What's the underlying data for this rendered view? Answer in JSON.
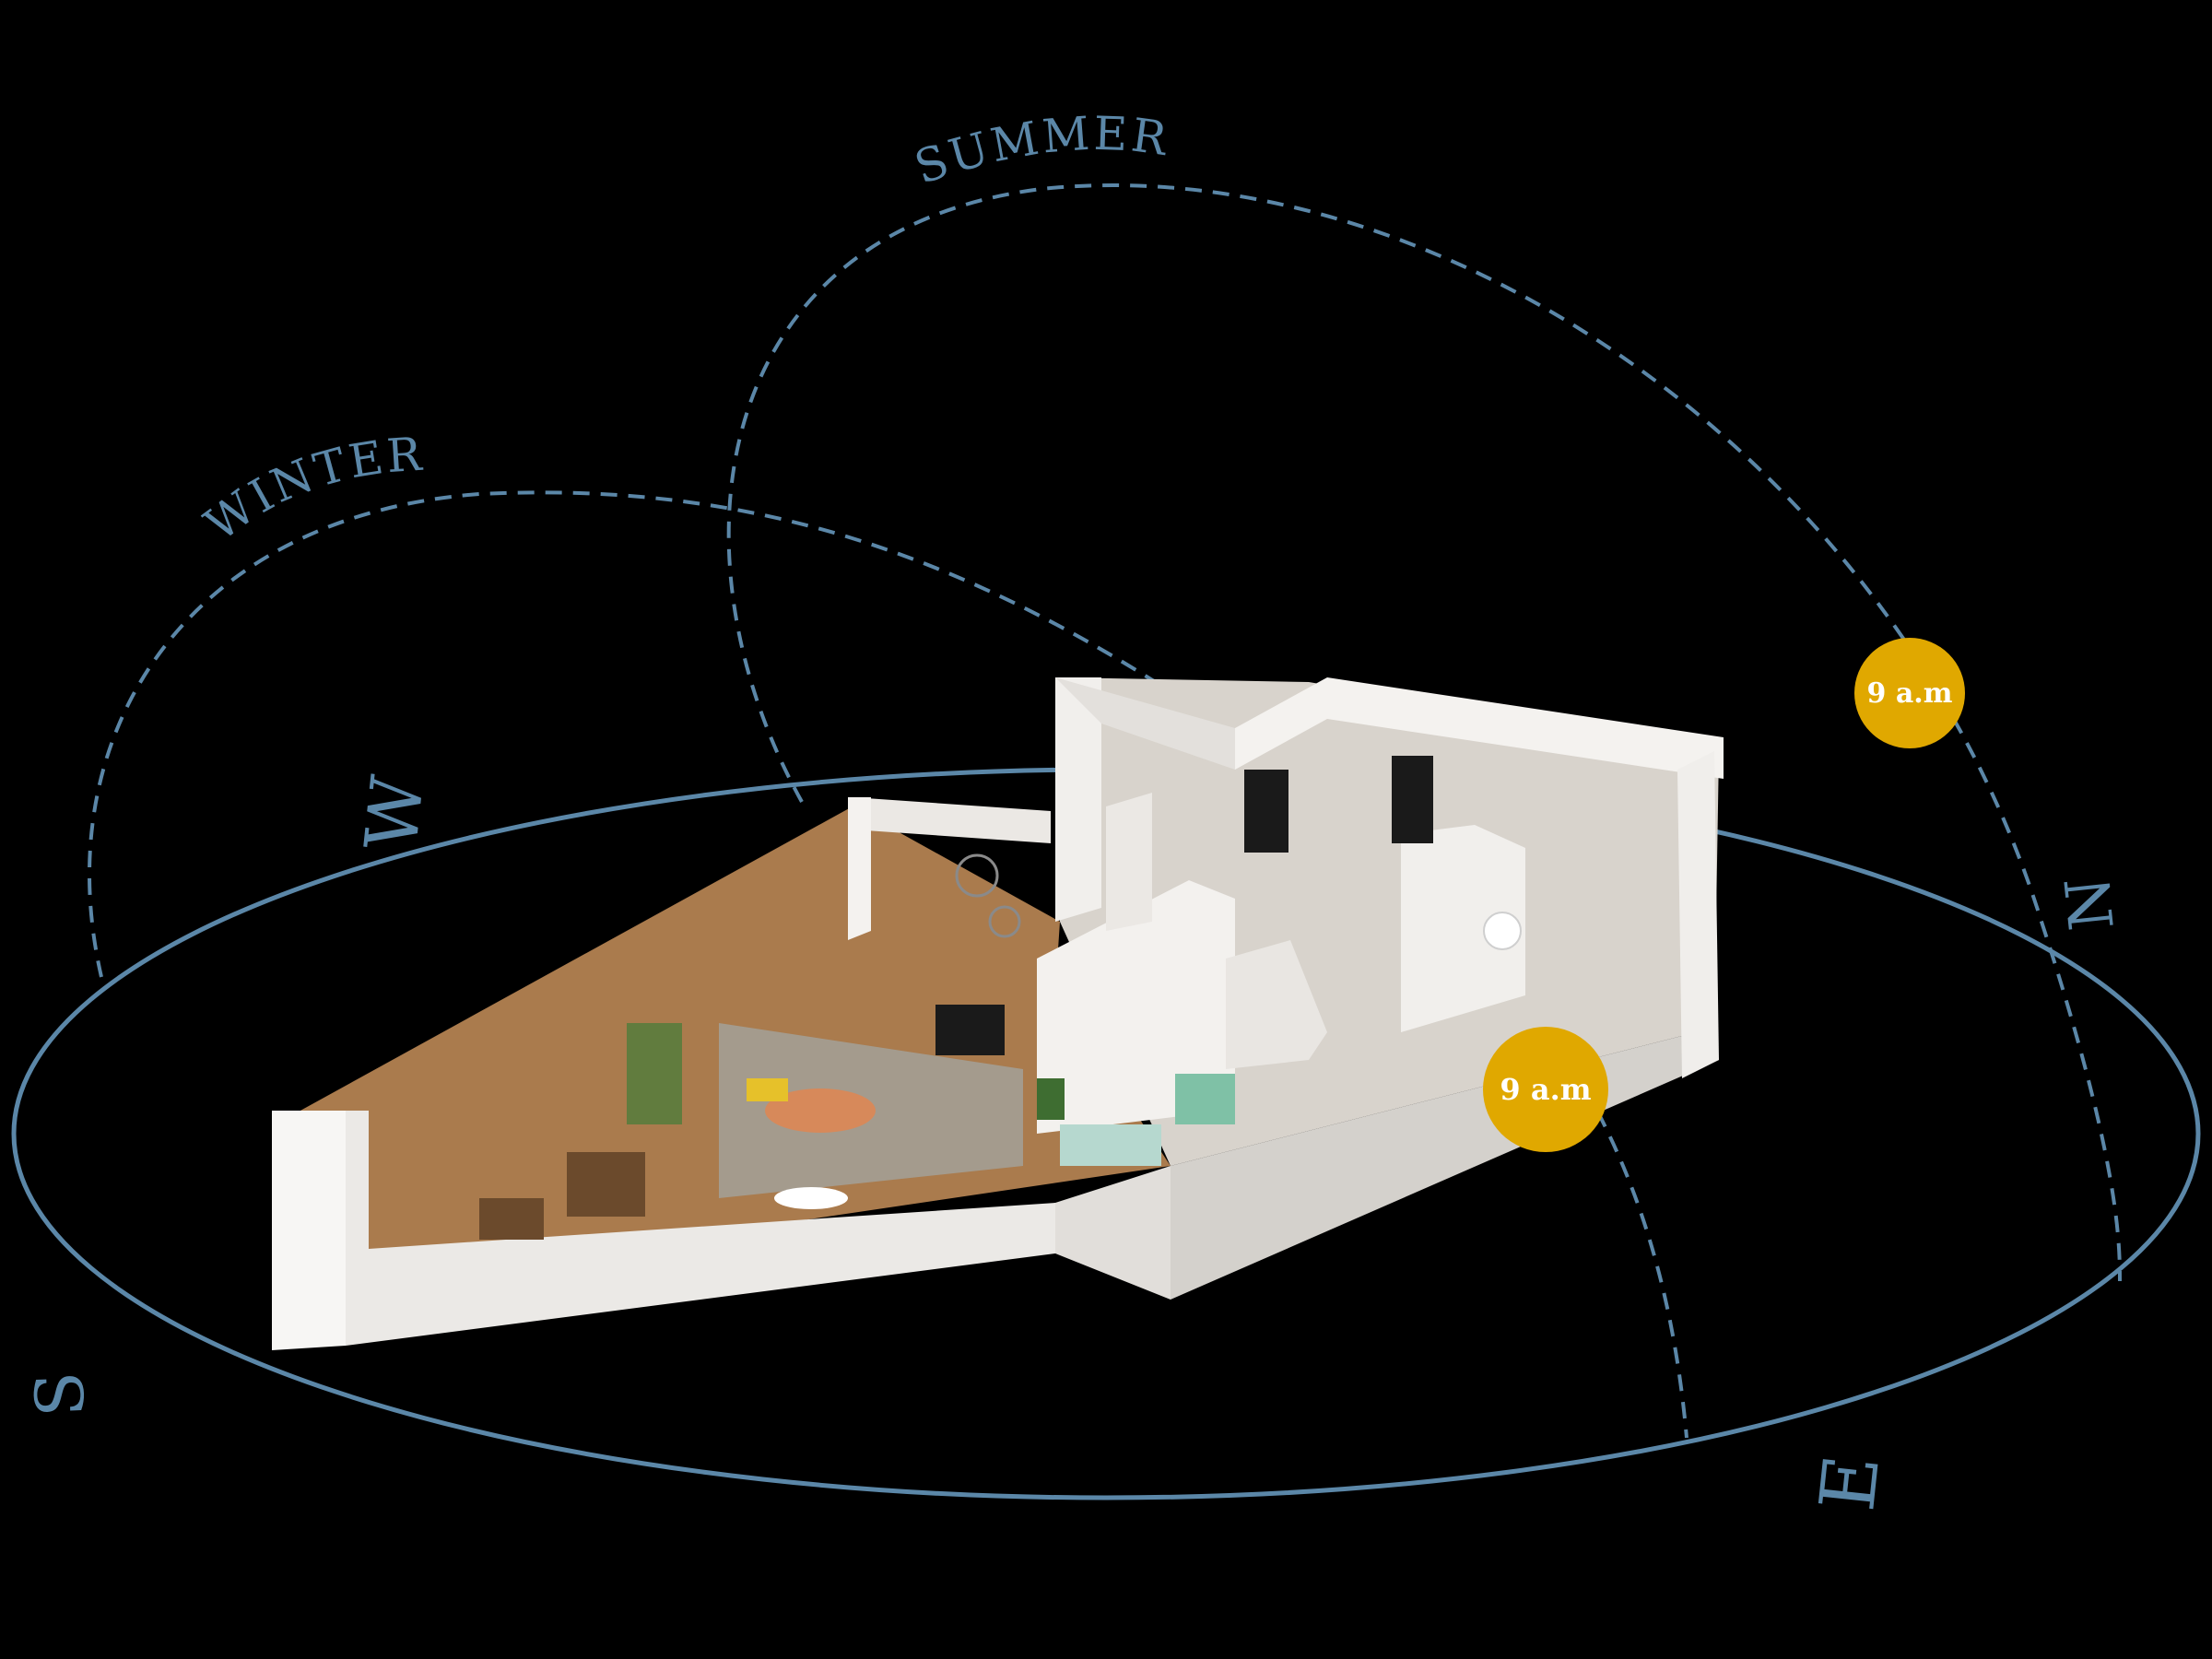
{
  "paths": {
    "summer_label": "SUMMER",
    "winter_label": "WINTER"
  },
  "compass": {
    "north": "N",
    "south": "S",
    "east": "E",
    "west": "W"
  },
  "sun_markers": [
    {
      "label": "9 a.m",
      "path": "summer"
    },
    {
      "label": "9 a.m",
      "path": "winter"
    }
  ],
  "colors": {
    "background": "#000000",
    "line": "#5b87a8",
    "sun": "#e0a800",
    "sun_text": "#ffffff",
    "wall": "#ebe9e6",
    "floor": "#c8915a"
  }
}
